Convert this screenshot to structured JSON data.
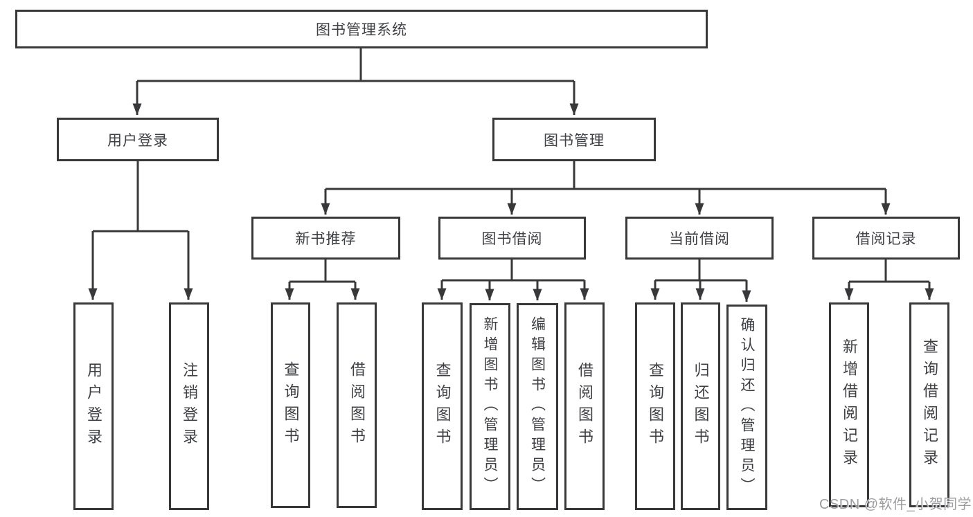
{
  "nodes": {
    "root": "图书管理系统",
    "user_login": "用户登录",
    "book_mgmt": "图书管理",
    "new_book_rec": "新书推荐",
    "book_borrow": "图书借阅",
    "current_borrow": "当前借阅",
    "borrow_record": "借阅记录",
    "leaf_user_login": "用户登录",
    "leaf_logout": "注销登录",
    "leaf_rec_query": "查询图书",
    "leaf_rec_borrow": "借阅图书",
    "leaf_bor_query": "查询图书",
    "leaf_bor_add": "新增图书（管理员）",
    "leaf_bor_edit": "编辑图书（管理员）",
    "leaf_bor_borrow": "借阅图书",
    "leaf_cur_query": "查询图书",
    "leaf_cur_return": "归还图书",
    "leaf_cur_confirm": "确认归还（管理员）",
    "leaf_recd_add": "新增借阅记录",
    "leaf_recd_query": "查询借阅记录"
  },
  "watermark": "CSDN @软件_小贺同学",
  "colors": {
    "line": "#38383b",
    "text": "#3f4045",
    "watermark": "#9d9da0",
    "background": "#ffffff"
  }
}
